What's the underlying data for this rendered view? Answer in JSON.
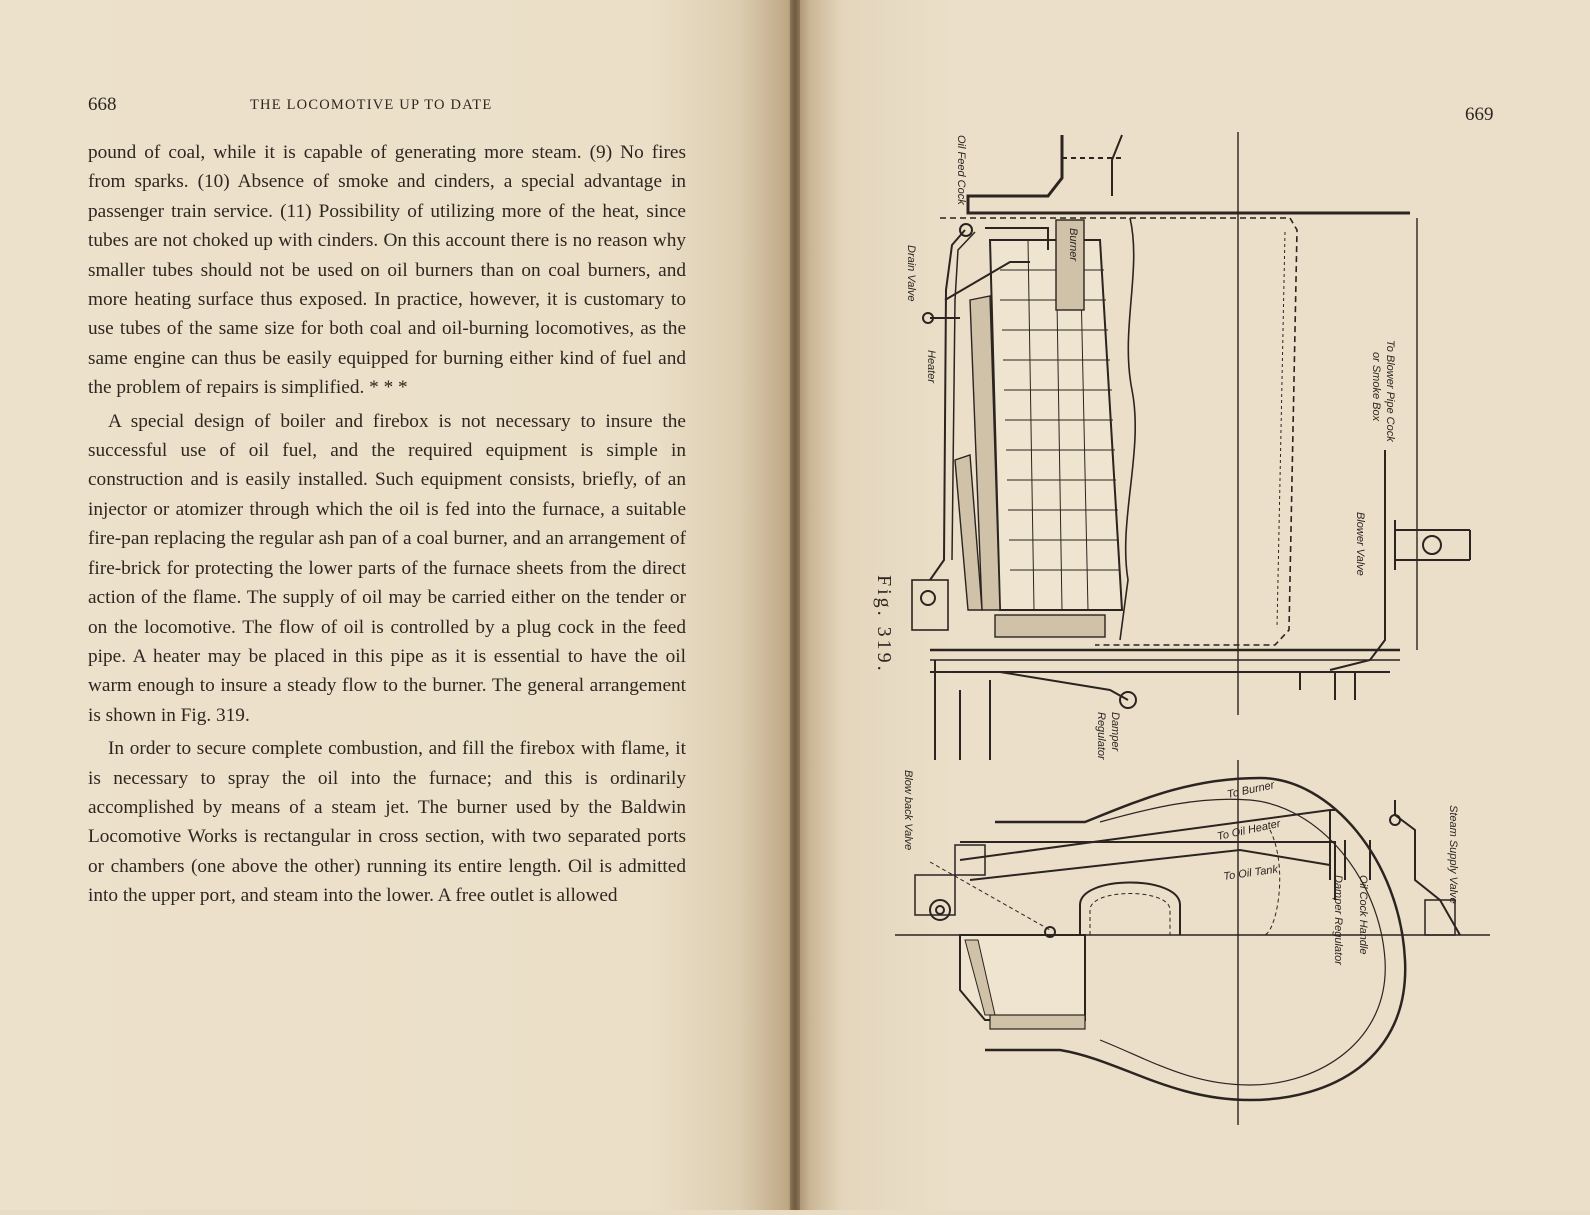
{
  "left_page": {
    "page_number": "668",
    "running_head": "THE LOCOMOTIVE UP TO DATE",
    "paragraphs": [
      "pound of coal, while it is capable of generating more steam. (9) No fires from sparks. (10) Absence of smoke and cinders, a special advantage in passenger train service. (11) Possibility of utilizing more of the heat, since tubes are not choked up with cinders. On this account there is no reason why smaller tubes should not be used on oil burners than on coal burners, and more heating surface thus exposed. In practice, however, it is customary to use tubes of the same size for both coal and oil-burning locomotives, as the same engine can thus be easily equipped for burning either kind of fuel and the problem of repairs is simplified. * * *",
      "A special design of boiler and firebox is not necessary to insure the successful use of oil fuel, and the required equipment is simple in construction and is easily installed. Such equipment consists, briefly, of an injector or atomizer through which the oil is fed into the furnace, a suitable fire-pan replacing the regular ash pan of a coal burner, and an arrangement of fire-brick for protecting the lower parts of the furnace sheets from the direct action of the flame. The supply of oil may be carried either on the tender or on the locomotive. The flow of oil is controlled by a plug cock in the feed pipe. A heater may be placed in this pipe as it is essential to have the oil warm enough to insure a steady flow to the burner. The general arrangement is shown in Fig. 319.",
      "In order to secure complete combustion, and fill the firebox with flame, it is necessary to spray the oil into the furnace; and this is ordinarily accomplished by means of a steam jet. The burner used by the Baldwin Locomotive Works is rectangular in cross section, with two separated ports or chambers (one above the other) running its entire length. Oil is admitted into the upper port, and steam into the lower. A free outlet is allowed"
    ]
  },
  "right_page": {
    "page_number": "669",
    "figure_caption": "Fig. 319.",
    "labels": {
      "oil_feed_cock": "Oil Feed Cock",
      "burner": "Burner",
      "drain_valve": "Drain Valve",
      "heater": "Heater",
      "to_blower": "To Blower Pipe Cock",
      "or_smoke_box": "or Smoke Box",
      "blower_valve": "Blower Valve",
      "damper": "Damper",
      "regulator": "Regulator",
      "blow_back_valve": "Blow back Valve",
      "to_burner": "To Burner",
      "to_oil_heater": "To Oil Heater",
      "to_oil_tank": "To Oil Tank",
      "oil_cock_handle": "Oil Cock Handle",
      "damper_regulator": "Damper Regulator",
      "steam_supply_valve": "Steam Supply Valve"
    }
  }
}
